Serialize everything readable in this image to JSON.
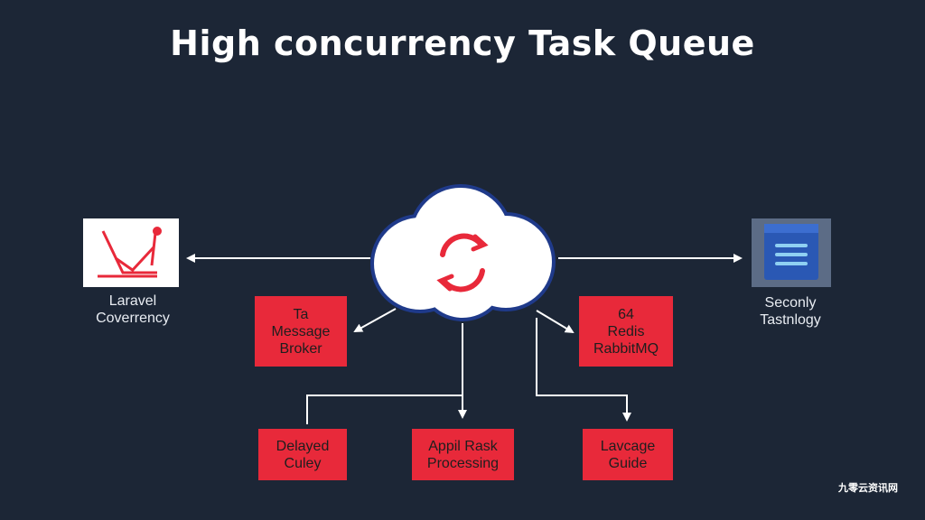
{
  "title": "High concurrency Task Queue",
  "left_node": {
    "line1": "Laravel",
    "line2": "Coverrency",
    "icon": "laravel-logo-icon"
  },
  "right_node": {
    "line1": "Seconly",
    "line2": "Tastnlogy",
    "icon": "database-cube-icon"
  },
  "center_node": {
    "icon": "sync-arrows-icon"
  },
  "boxes": {
    "message_broker": {
      "line1": "Ta",
      "line2": "Message",
      "line3": "Broker"
    },
    "redis": {
      "line1": "64",
      "line2": "Redis",
      "line3": "RabbitMQ"
    },
    "delayed": {
      "line1": "Delayed",
      "line2": "Culey"
    },
    "processing": {
      "line1": "Appil Rask",
      "line2": "Processing"
    },
    "guide": {
      "line1": "Lavcage",
      "line2": "Guide"
    }
  },
  "watermark": "九零云资讯网",
  "colors": {
    "background": "#1c2636",
    "box": "#e8293a",
    "cloud_outline": "#1f3a8a",
    "arrow": "#ffffff"
  }
}
